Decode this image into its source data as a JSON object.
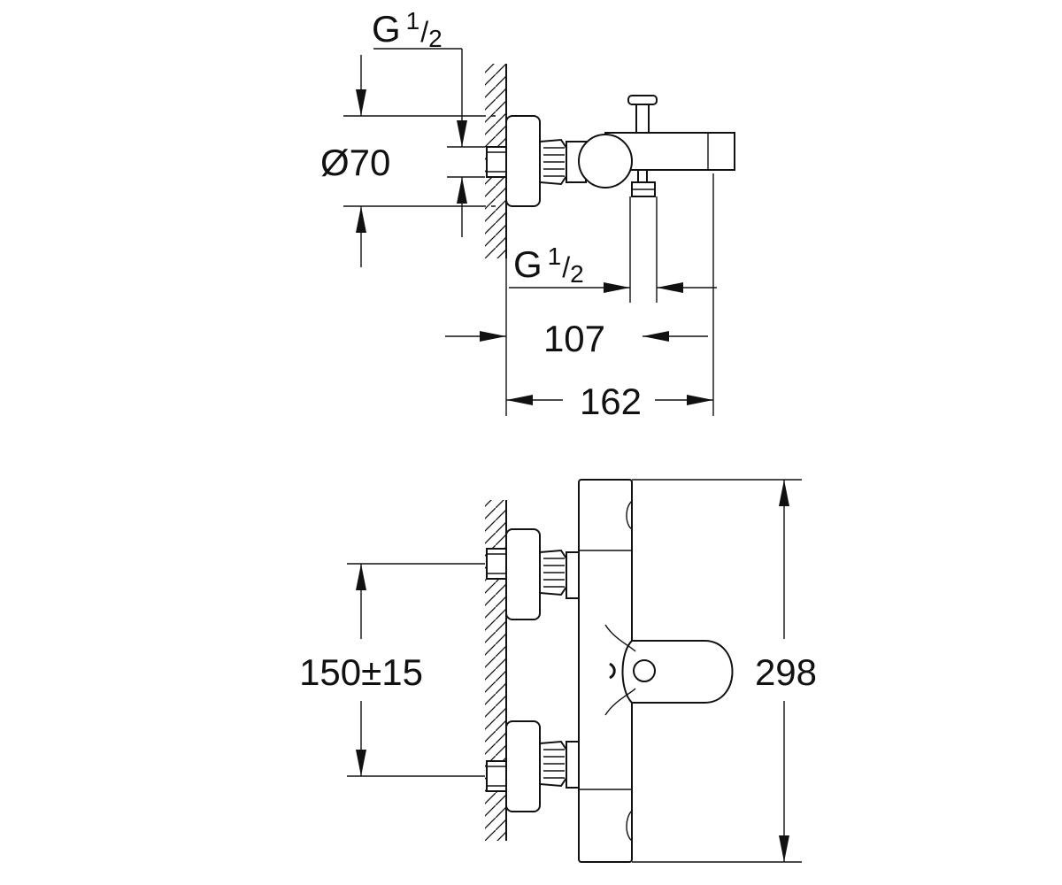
{
  "top_view": {
    "inlet_thread": {
      "main": "G",
      "num": "1",
      "den": "2"
    },
    "diameter": "Ø70",
    "outlet_thread": {
      "main": "G",
      "num": "1",
      "den": "2"
    },
    "projection_outlet": "107",
    "projection_total": "162"
  },
  "front_view": {
    "centre_distance": "150±15",
    "height": "298"
  }
}
